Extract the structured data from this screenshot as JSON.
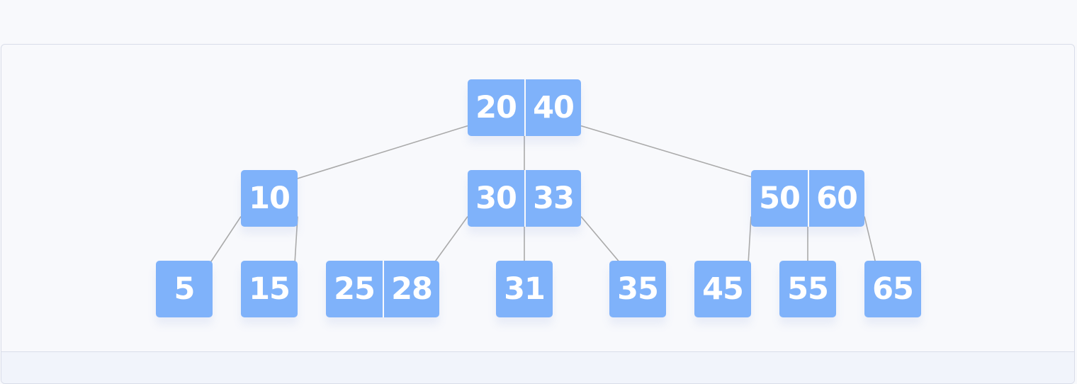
{
  "colors": {
    "node_fill": "#7fb2fa",
    "node_text": "#ffffff",
    "edge": "#aaaaaa",
    "background": "#f8f9fc"
  },
  "tree": {
    "nodes": [
      {
        "id": "n-20-40",
        "keys": [
          "20",
          "40"
        ]
      },
      {
        "id": "n-10",
        "keys": [
          "10"
        ]
      },
      {
        "id": "n-30-33",
        "keys": [
          "30",
          "33"
        ]
      },
      {
        "id": "n-50-60",
        "keys": [
          "50",
          "60"
        ]
      },
      {
        "id": "n-5",
        "keys": [
          "5"
        ]
      },
      {
        "id": "n-15",
        "keys": [
          "15"
        ]
      },
      {
        "id": "n-25-28",
        "keys": [
          "25",
          "28"
        ]
      },
      {
        "id": "n-31",
        "keys": [
          "31"
        ]
      },
      {
        "id": "n-35",
        "keys": [
          "35"
        ]
      },
      {
        "id": "n-45",
        "keys": [
          "45"
        ]
      },
      {
        "id": "n-55",
        "keys": [
          "55"
        ]
      },
      {
        "id": "n-65",
        "keys": [
          "65"
        ]
      }
    ],
    "edges": [
      [
        "n-20-40",
        "n-10"
      ],
      [
        "n-20-40",
        "n-30-33"
      ],
      [
        "n-20-40",
        "n-50-60"
      ],
      [
        "n-10",
        "n-5"
      ],
      [
        "n-10",
        "n-15"
      ],
      [
        "n-30-33",
        "n-25-28"
      ],
      [
        "n-30-33",
        "n-31"
      ],
      [
        "n-30-33",
        "n-35"
      ],
      [
        "n-50-60",
        "n-45"
      ],
      [
        "n-50-60",
        "n-55"
      ],
      [
        "n-50-60",
        "n-65"
      ]
    ]
  }
}
